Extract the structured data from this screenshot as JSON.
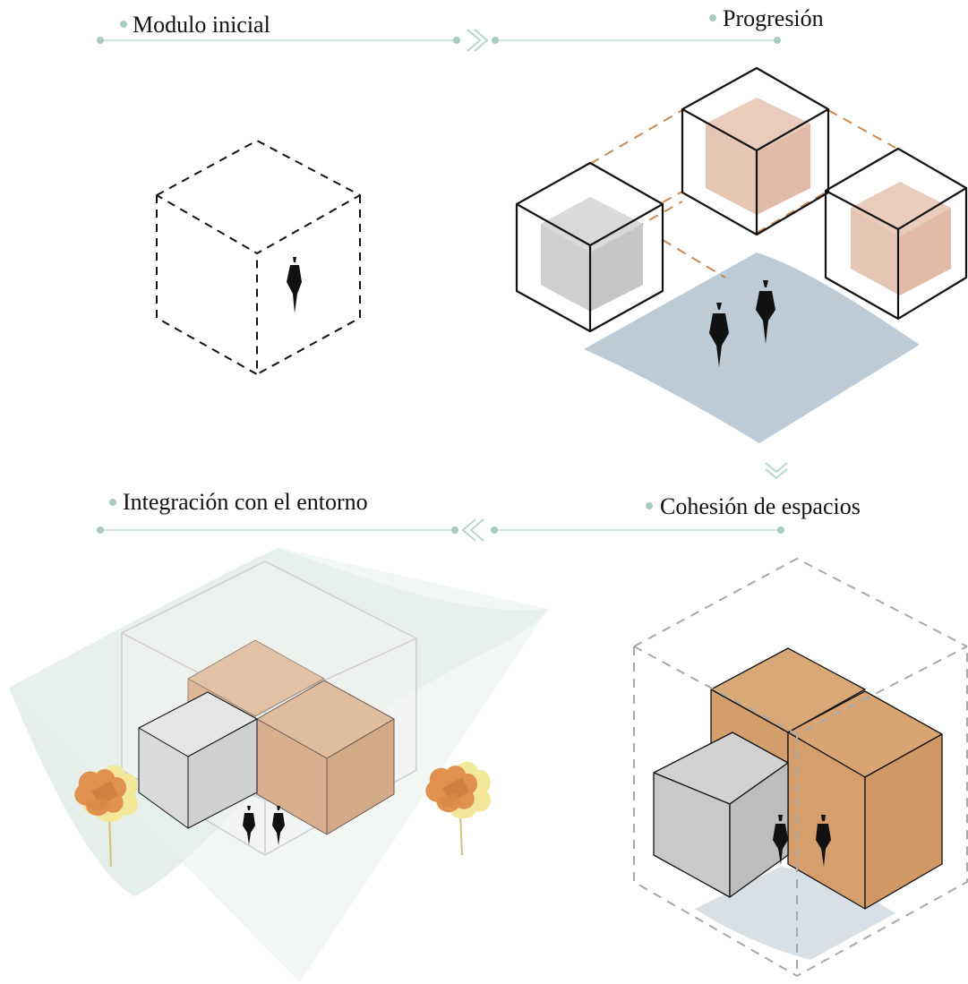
{
  "stages": [
    {
      "id": "modulo",
      "label": "Modulo inicial"
    },
    {
      "id": "progresion",
      "label": "Progresión"
    },
    {
      "id": "cohesion",
      "label": "Cohesión de espacios"
    },
    {
      "id": "integracion",
      "label": "Integración con el entorno"
    }
  ],
  "colors": {
    "timeline": "#cfe3dc",
    "dot": "#a9cbbf",
    "arrow": "#b6d6cb",
    "ground_blue": "#bccbd5",
    "ground_blue_light": "#d8e0e6",
    "ground_green": "#e3ede7",
    "terracotta_light": "#e6c5b4",
    "terracotta": "#d7a06c",
    "grey_cube": "#c9c9c9",
    "dashed_orange": "#c98a52",
    "tree_orange": "#e0914f",
    "tree_yellow": "#f3e79a"
  },
  "icons": [
    "arrow-right-icon",
    "arrow-down-icon",
    "arrow-left-icon",
    "person-icon",
    "tree-icon"
  ]
}
